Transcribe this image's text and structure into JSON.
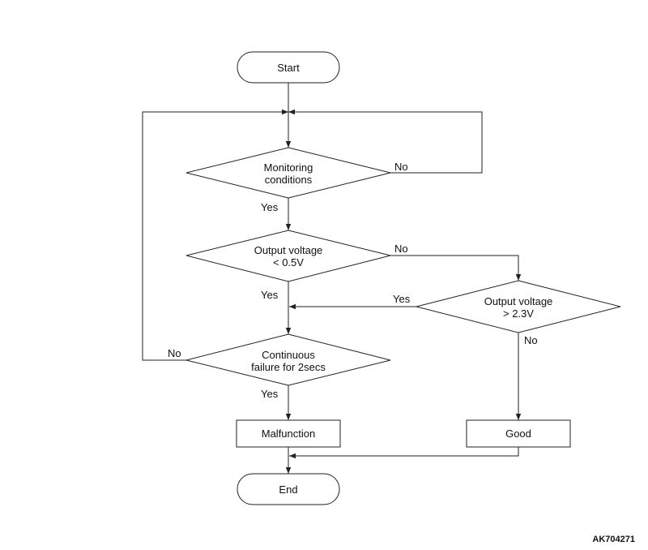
{
  "flowchart": {
    "nodes": {
      "start": {
        "type": "terminator",
        "lines": [
          "Start"
        ]
      },
      "monitoring": {
        "type": "decision",
        "lines": [
          "Monitoring",
          "conditions"
        ]
      },
      "output_low": {
        "type": "decision",
        "lines": [
          "Output voltage",
          "< 0.5V"
        ]
      },
      "output_high": {
        "type": "decision",
        "lines": [
          "Output voltage",
          "> 2.3V"
        ]
      },
      "continuous": {
        "type": "decision",
        "lines": [
          "Continuous",
          "failure for 2secs"
        ]
      },
      "malfunction": {
        "type": "process",
        "lines": [
          "Malfunction"
        ]
      },
      "good": {
        "type": "process",
        "lines": [
          "Good"
        ]
      },
      "end": {
        "type": "terminator",
        "lines": [
          "End"
        ]
      }
    },
    "edges": {
      "monitoring_no": "No",
      "monitoring_yes": "Yes",
      "output_low_no": "No",
      "output_low_yes": "Yes",
      "output_high_yes": "Yes",
      "output_high_no": "No",
      "continuous_no": "No",
      "continuous_yes": "Yes"
    }
  },
  "figure_id": "AK704271"
}
